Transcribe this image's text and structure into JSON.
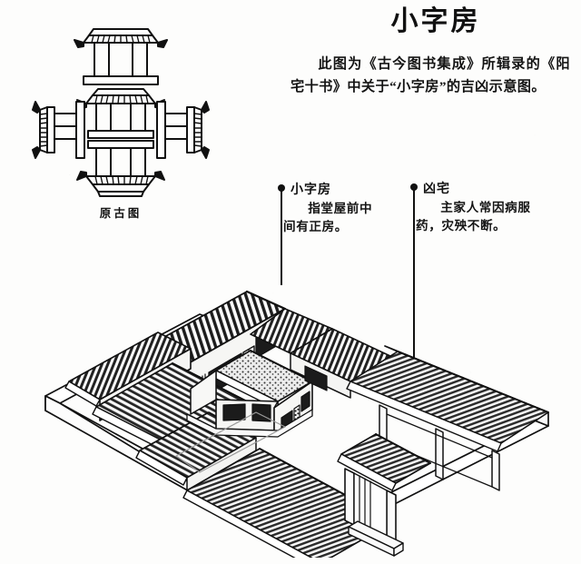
{
  "page": {
    "title": "小字房",
    "intro": "此图为《古今图书集成》所辑录的《阳宅十书》中关于“小字房”的吉凶示意图。"
  },
  "annotations": [
    {
      "id": "xiaozifang",
      "label": "小字房",
      "description": "指堂屋前中间有正房。",
      "bullet_icon": "filled-circle-icon"
    },
    {
      "id": "xiongzhai",
      "label": "凶宅",
      "description": "主家人常因病服药，灾殃不断。",
      "bullet_icon": "filled-circle-icon"
    }
  ],
  "figures": {
    "original_diagram": {
      "caption": "原古图",
      "alt": "cross-shaped-ancient-woodcut-plan"
    },
    "courtyard_illustration": {
      "alt": "isometric-courtyard-house-drawing"
    }
  },
  "colors": {
    "ink": "#111111",
    "paper": "#fdfdfc",
    "roof_fill": "#2b2b2b",
    "wall_fill": "#f4f4f2"
  }
}
